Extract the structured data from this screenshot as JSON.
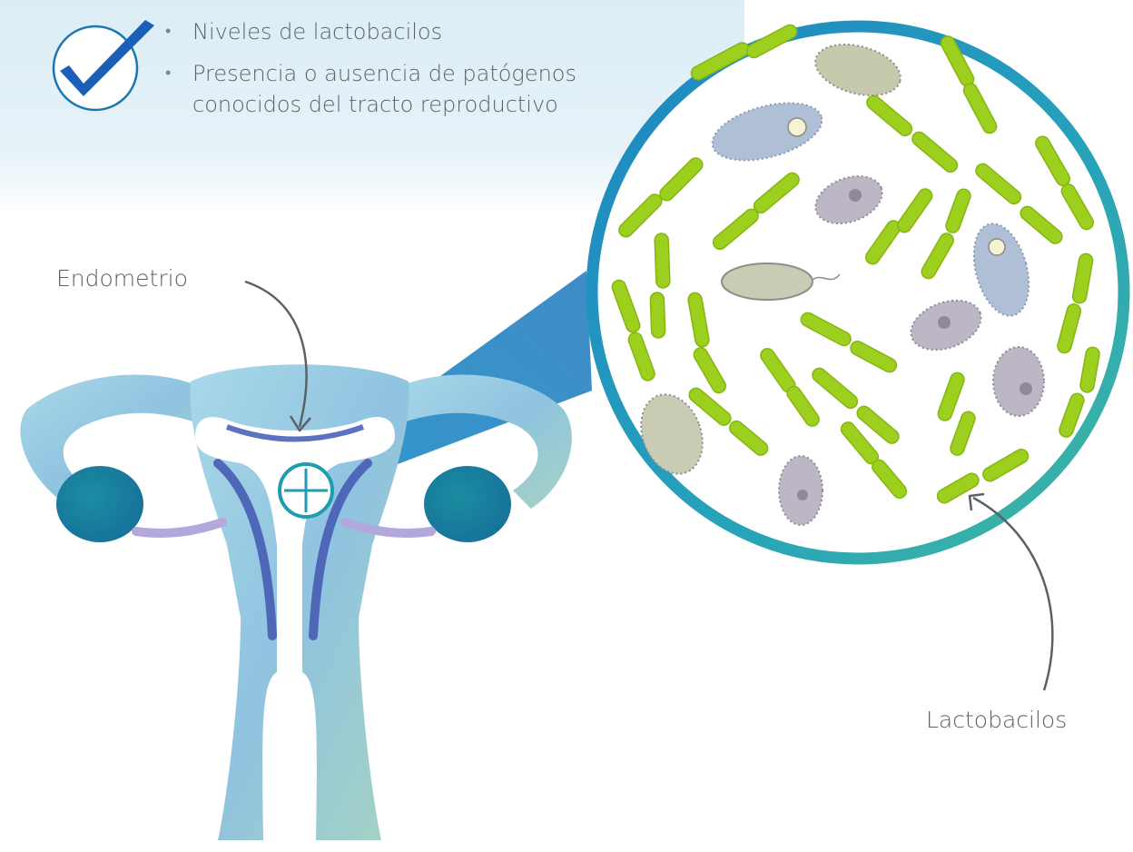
{
  "checklist": {
    "items": [
      "Niveles de lactobacilos",
      "Presencia o ausencia de patógenos conocidos del tracto reproductivo"
    ]
  },
  "labels": {
    "endometrium": "Endometrio",
    "lactobacilli": "Lactobacilos"
  },
  "icons": {
    "check": "check-icon",
    "magnify": "plus-icon"
  },
  "colors": {
    "teal": "#1f9db0",
    "blue": "#1b5fb8",
    "uterus": "#9ccfe0",
    "bacteria_green": "#9ccf1e",
    "pathogen_gray": "#a9a6b6",
    "label_gray": "#5b6168"
  }
}
